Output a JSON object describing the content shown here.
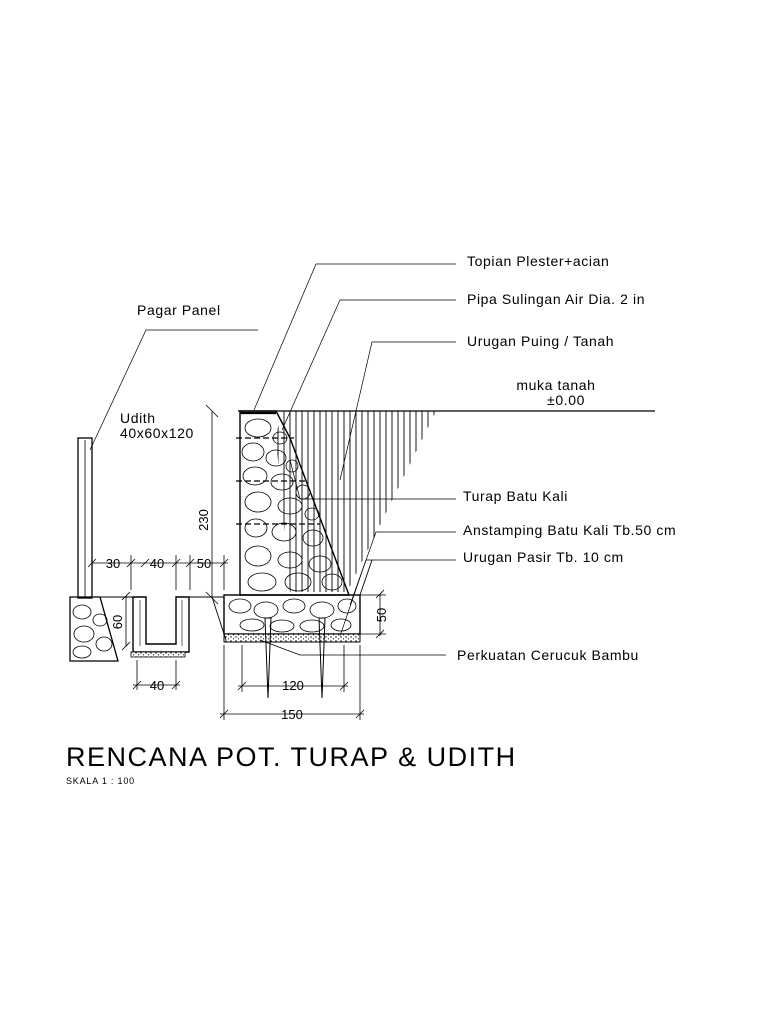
{
  "labels": {
    "topian": "Topian Plester+acian",
    "pipa": "Pipa Sulingan Air Dia. 2 in",
    "urugan_puing": "Urugan Puing / Tanah",
    "muka_tanah": "muka tanah",
    "muka_tanah_level": "±0.00",
    "pagar_panel": "Pagar Panel",
    "udith": "Udith",
    "udith_size": "40x60x120",
    "turap": "Turap Batu Kali",
    "anstamping": "Anstamping Batu Kali Tb.50 cm",
    "urugan_pasir": "Urugan Pasir Tb. 10 cm",
    "cerucuk": "Perkuatan Cerucuk Bambu"
  },
  "dimensions": {
    "d230": "230",
    "d30": "30",
    "d40_top": "40",
    "d50_top": "50",
    "d60": "60",
    "d50_right": "50",
    "d40_bottom": "40",
    "d120": "120",
    "d150": "150"
  },
  "title": {
    "main": "RENCANA POT. TURAP & UDITH",
    "scale": "SKALA 1 : 100"
  }
}
